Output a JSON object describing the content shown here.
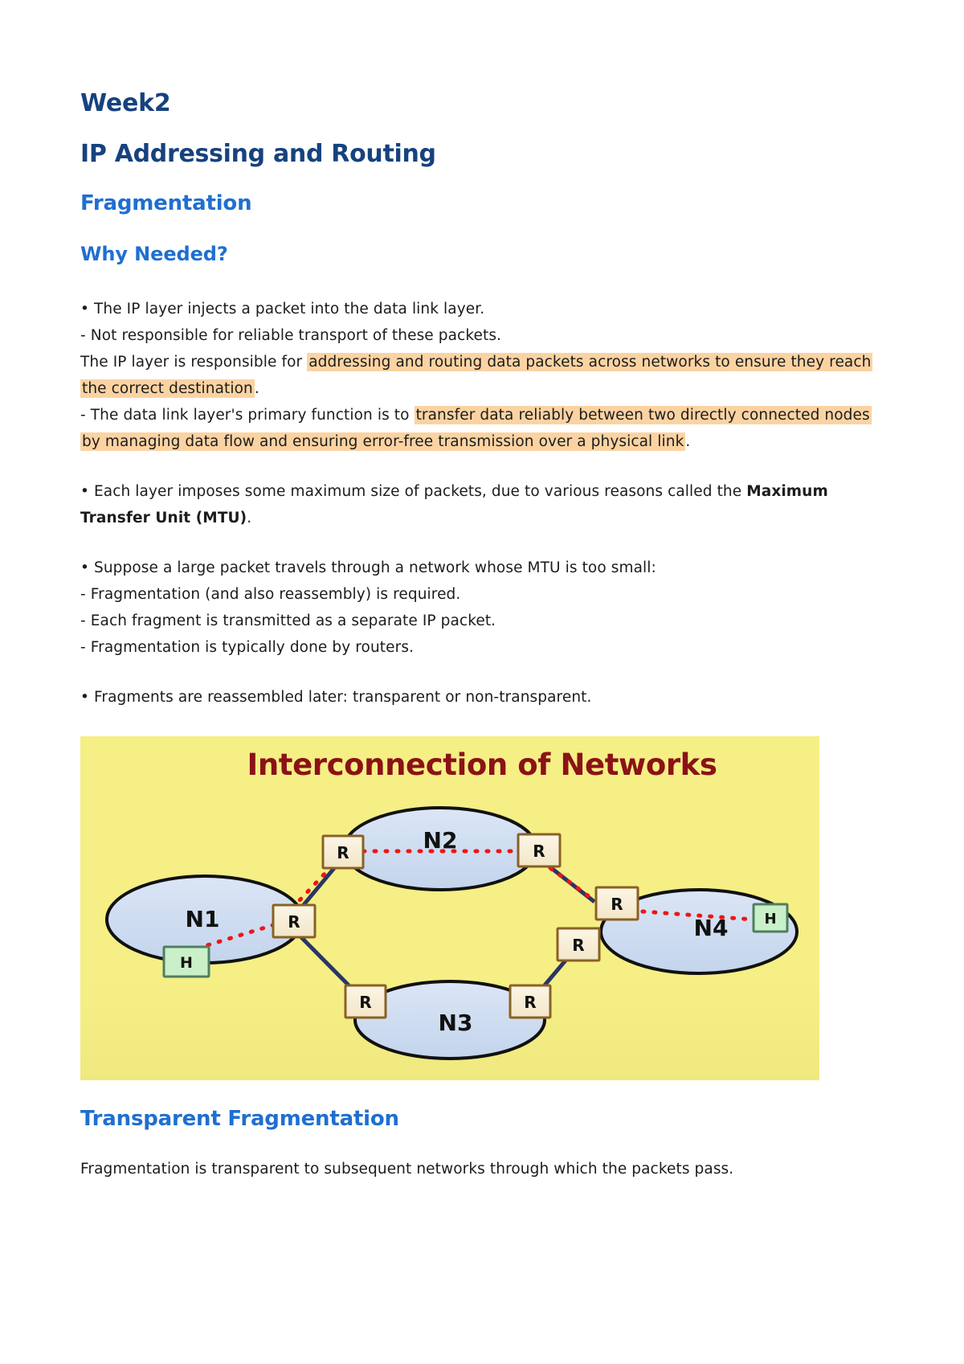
{
  "document": {
    "title": "Week2",
    "subtitle": "IP Addressing and Routing",
    "section_heading": "Fragmentation",
    "sub_heading": "Why Needed?",
    "bottom_heading": "Transparent Fragmentation"
  },
  "body": {
    "block1": {
      "line1": "• The IP layer injects a packet into the data link layer.",
      "line2": "- Not responsible for reliable transport of these packets.",
      "line3_prefix": "The IP layer is responsible for ",
      "line3_highlight": "addressing and routing data packets across networks to ensure they reach the correct destination",
      "line3_suffix": ".",
      "line4_prefix": "- The data link layer's primary function is to ",
      "line4_highlight": "transfer data reliably between two directly connected nodes by managing data flow and ensuring error-free transmission over a physical link",
      "line4_suffix": "."
    },
    "block2": {
      "line1_prefix": "• Each layer imposes some maximum size of packets, due to various reasons called the ",
      "line1_bold": "Maximum Transfer Unit (MTU)",
      "line1_suffix": "."
    },
    "block3": {
      "line1": "• Suppose a large packet travels through a network whose MTU is too small:",
      "line2": "- Fragmentation (and also reassembly) is required.",
      "line3": "- Each fragment is transmitted as a separate IP packet.",
      "line4": "- Fragmentation is typically done by routers."
    },
    "block4": {
      "line1": "• Fragments are reassembled later: transparent or non-transparent."
    },
    "closing": "Fragmentation is transparent to subsequent networks through which the packets pass."
  },
  "figure": {
    "title": "Interconnection of Networks",
    "networks": [
      {
        "id": "n1",
        "label": "N1"
      },
      {
        "id": "n2",
        "label": "N2"
      },
      {
        "id": "n3",
        "label": "N3"
      },
      {
        "id": "n4",
        "label": "N4"
      }
    ],
    "routers": [
      {
        "id": "r-n1-right",
        "label": "R"
      },
      {
        "id": "r-n2-left",
        "label": "R"
      },
      {
        "id": "r-n2-right",
        "label": "R"
      },
      {
        "id": "r-n4-topleft",
        "label": "R"
      },
      {
        "id": "r-n4-bottomleft",
        "label": "R"
      },
      {
        "id": "r-n3-left",
        "label": "R"
      },
      {
        "id": "r-n3-right",
        "label": "R"
      }
    ],
    "hosts": [
      {
        "id": "h-n1",
        "label": "H"
      },
      {
        "id": "h-n4",
        "label": "H"
      }
    ],
    "colors": {
      "background": "#f5ef85",
      "title": "#8b1216",
      "cloud_fill": "#cfdcf0",
      "cloud_stroke": "#111111",
      "router_fill": "#f7edd4",
      "router_stroke": "#8a6124",
      "host_fill": "#c9f0c8",
      "host_stroke": "#4f7f5f",
      "link": "#2a3566",
      "path": "#f01414"
    }
  },
  "theme": {
    "heading_dark_blue": "#16427e",
    "heading_blue": "#1f6fd0",
    "highlight": "#fbd3a2",
    "text": "#1c1c1c"
  }
}
